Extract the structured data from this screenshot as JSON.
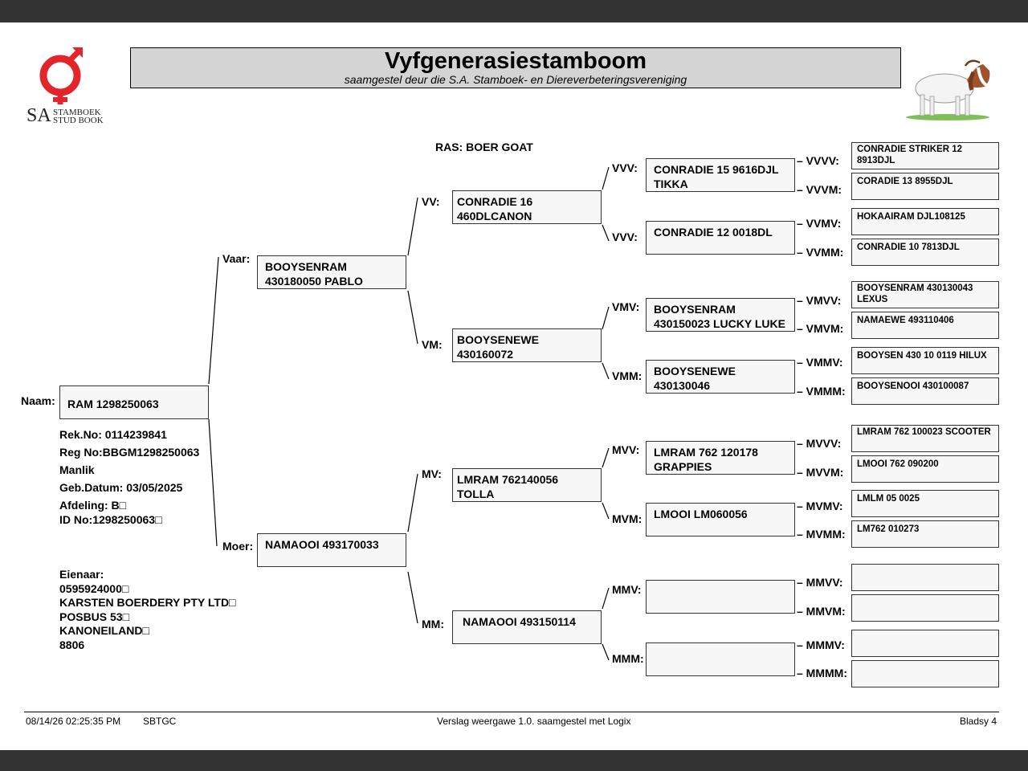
{
  "header": {
    "title": "Vyfgenerasiestamboom",
    "subtitle": "saamgestel deur die S.A. Stamboek- en Diereverbeteringsvereniging",
    "logo_sa": "SA",
    "logo_line1": "STAMBOEK",
    "logo_line2": "STUD BOOK"
  },
  "breed": "RAS: BOER GOAT",
  "animal": {
    "label": "Naam:",
    "name": "RAM 1298250063",
    "rek_no": "Rek.No: 0114239841",
    "reg_no": "Reg No:BBGM1298250063",
    "sex": "Manlik",
    "birth_date": "Geb.Datum: 03/05/2025",
    "afdeling": "Afdeling: B□",
    "id_no": "ID No:1298250063□"
  },
  "owner": {
    "label": "Eienaar:",
    "number": "0595924000□",
    "name": "KARSTEN BOERDERY PTY LTD□",
    "address1": "POSBUS 53□",
    "address2": "KANONEILAND□",
    "postcode": "8806"
  },
  "gen1": {
    "sire": {
      "label": "Vaar:",
      "name": "BOOYSENRAM 430180050 PABLO"
    },
    "dam": {
      "label": "Moer:",
      "name": "NAMAOOI 493170033"
    }
  },
  "gen2": {
    "vv": {
      "label": "VV:",
      "name": "CONRADIE 16 460DLCANON"
    },
    "vm": {
      "label": "VM:",
      "name": "BOOYSENEWE 430160072"
    },
    "mv": {
      "label": "MV:",
      "name": "LMRAM 762140056 TOLLA"
    },
    "mm": {
      "label": "MM:",
      "name": "NAMAOOI 493150114"
    }
  },
  "gen3": {
    "vvv": {
      "label": "VVV:",
      "name": "CONRADIE 15 9616DJL TIKKA"
    },
    "vvm": {
      "label": "VVV:",
      "name": "CONRADIE 12 0018DL"
    },
    "vmv": {
      "label": "VMV:",
      "name": "BOOYSENRAM 430150023 LUCKY LUKE"
    },
    "vmm": {
      "label": "VMM:",
      "name": "BOOYSENEWE 430130046"
    },
    "mvv": {
      "label": "MVV:",
      "name": "LMRAM 762 120178 GRAPPIES"
    },
    "mvm": {
      "label": "MVM:",
      "name": "LMOOI LM060056"
    },
    "mmv": {
      "label": "MMV:",
      "name": ""
    },
    "mmm": {
      "label": "MMM:",
      "name": ""
    }
  },
  "gen4": {
    "vvvv": {
      "label": "– VVVV:",
      "name": "CONRADIE STRIKER 12 8913DJL"
    },
    "vvvm": {
      "label": "– VVVM:",
      "name": "CORADIE 13 8955DJL"
    },
    "vvmv": {
      "label": "– VVMV:",
      "name": "HOKAAIRAM DJL108125"
    },
    "vvmm": {
      "label": "– VVMM:",
      "name": "CONRADIE 10 7813DJL"
    },
    "vmvv": {
      "label": "– VMVV:",
      "name": "BOOYSENRAM 430130043 LEXUS"
    },
    "vmvm": {
      "label": "– VMVM:",
      "name": "NAMAEWE 493110406"
    },
    "vmmv": {
      "label": "– VMMV:",
      "name": "BOOYSEN 430 10 0119 HILUX"
    },
    "vmmm": {
      "label": "– VMMM:",
      "name": "BOOYSENOOI 430100087"
    },
    "mvvv": {
      "label": "– MVVV:",
      "name": "LMRAM 762 100023 SCOOTER"
    },
    "mvvm": {
      "label": "– MVVM:",
      "name": "LMOOI 762 090200"
    },
    "mvmv": {
      "label": "– MVMV:",
      "name": "LMLM 05 0025"
    },
    "mvmm": {
      "label": "– MVMM:",
      "name": "LM762 010273"
    },
    "mmvv": {
      "label": "– MMVV:",
      "name": ""
    },
    "mmvm": {
      "label": "– MMVM:",
      "name": ""
    },
    "mmmv": {
      "label": "– MMMV:",
      "name": ""
    },
    "mmmm": {
      "label": "– MMMM:",
      "name": ""
    }
  },
  "footer": {
    "datetime": "08/14/26 02:25:35 PM",
    "code": "SBTGC",
    "report": "Verslag weergawe 1.0. saamgestel met Logix",
    "page": "Bladsy 4"
  },
  "colors": {
    "logo_red": "#e3242b",
    "title_bg": "#d4d4d4",
    "frame": "#333333"
  }
}
